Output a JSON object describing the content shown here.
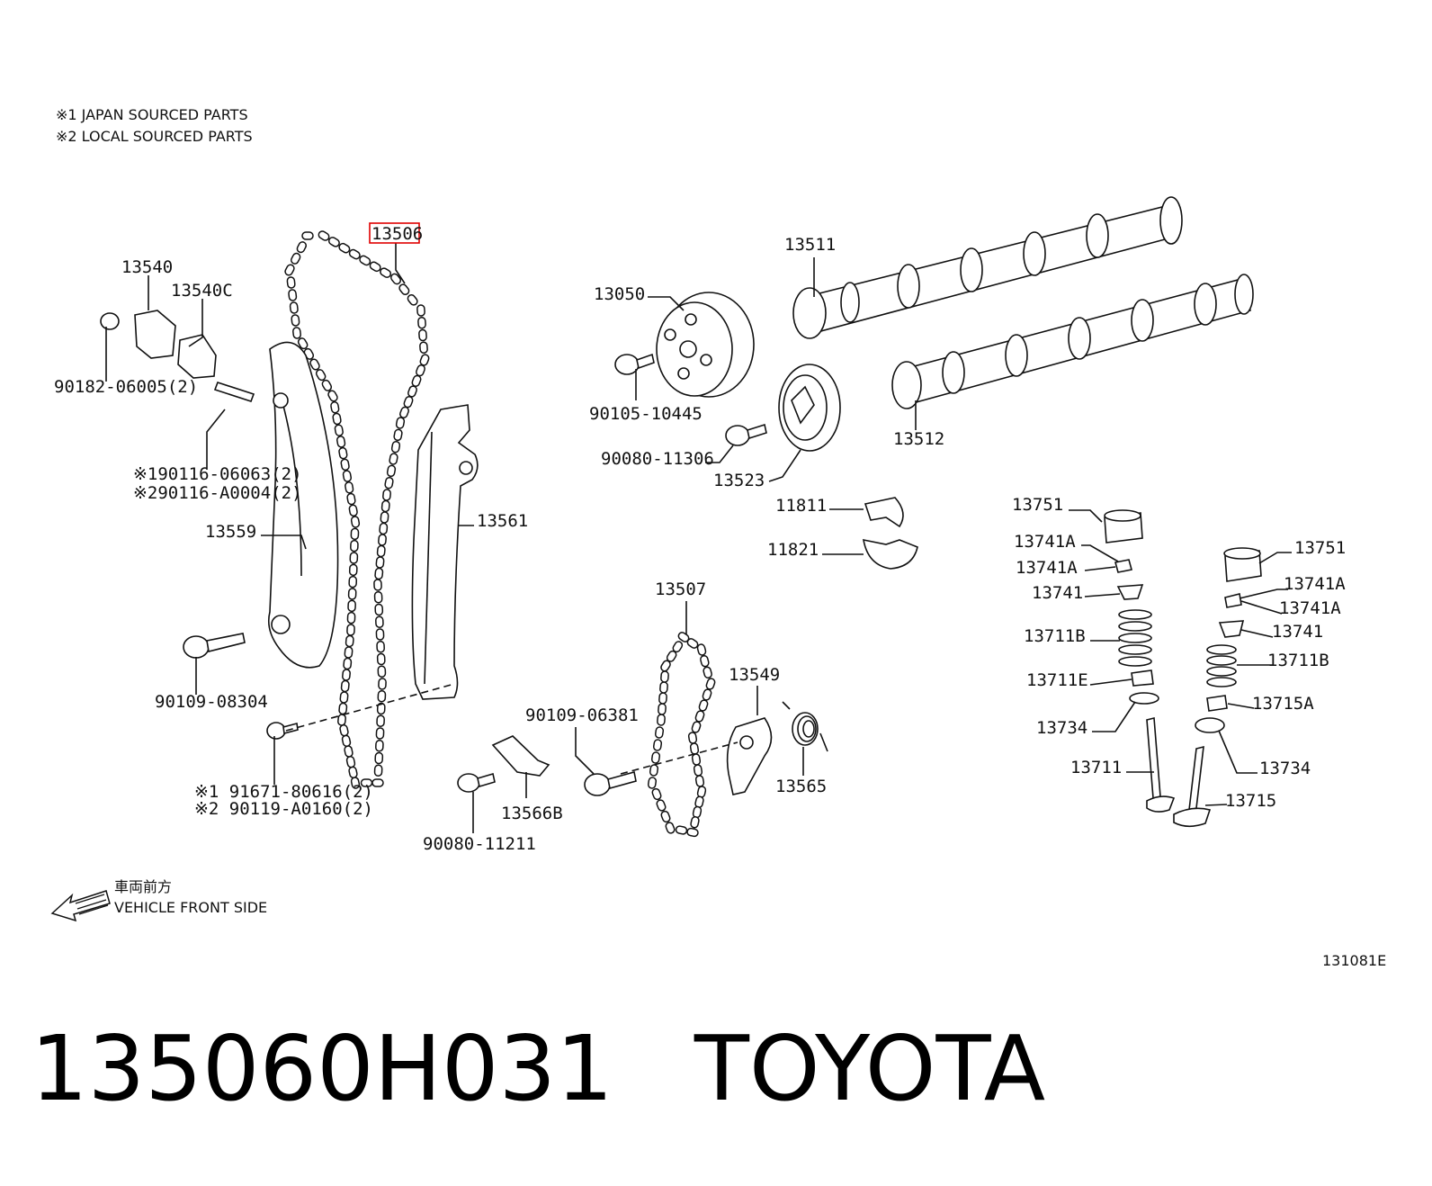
{
  "notes": {
    "note1": "※1 JAPAN SOURCED PARTS",
    "note2": "※2 LOCAL SOURCED PARTS"
  },
  "highlight_color": "#e00000",
  "labels": {
    "p13506": "13506",
    "p13540": "13540",
    "p13540C": "13540C",
    "p90182": "90182-06005(2)",
    "p90116a": "※190116-06063(2)",
    "p90116b": "※290116-A0004(2)",
    "p13559": "13559",
    "p13561": "13561",
    "p90109_08304": "90109-08304",
    "p91671a": "※1 91671-80616(2)",
    "p91671b": "※2 90119-A0160(2)",
    "p13050": "13050",
    "p90105": "90105-10445",
    "p90080_11306": "90080-11306",
    "p13523": "13523",
    "p13511": "13511",
    "p13512": "13512",
    "p11811": "11811",
    "p11821": "11821",
    "p13507": "13507",
    "p13549": "13549",
    "p90109_06381": "90109-06381",
    "p13565": "13565",
    "p13566B": "13566B",
    "p90080_11211": "90080-11211",
    "p13751a": "13751",
    "p13741Aa": "13741A",
    "p13741Ab": "13741A",
    "p13741a": "13741",
    "p13711Ba": "13711B",
    "p13711E": "13711E",
    "p13734a": "13734",
    "p13711": "13711",
    "p13751b": "13751",
    "p13741Ac": "13741A",
    "p13741Ad": "13741A",
    "p13741b": "13741",
    "p13711Bb": "13711B",
    "p13715A": "13715A",
    "p13734b": "13734",
    "p13715": "13715"
  },
  "front": {
    "jp": "車両前方",
    "en": "VEHICLE FRONT SIDE"
  },
  "figure_code": "131081E",
  "caption": {
    "part_number": "135060H031",
    "brand": "TOYOTA"
  }
}
